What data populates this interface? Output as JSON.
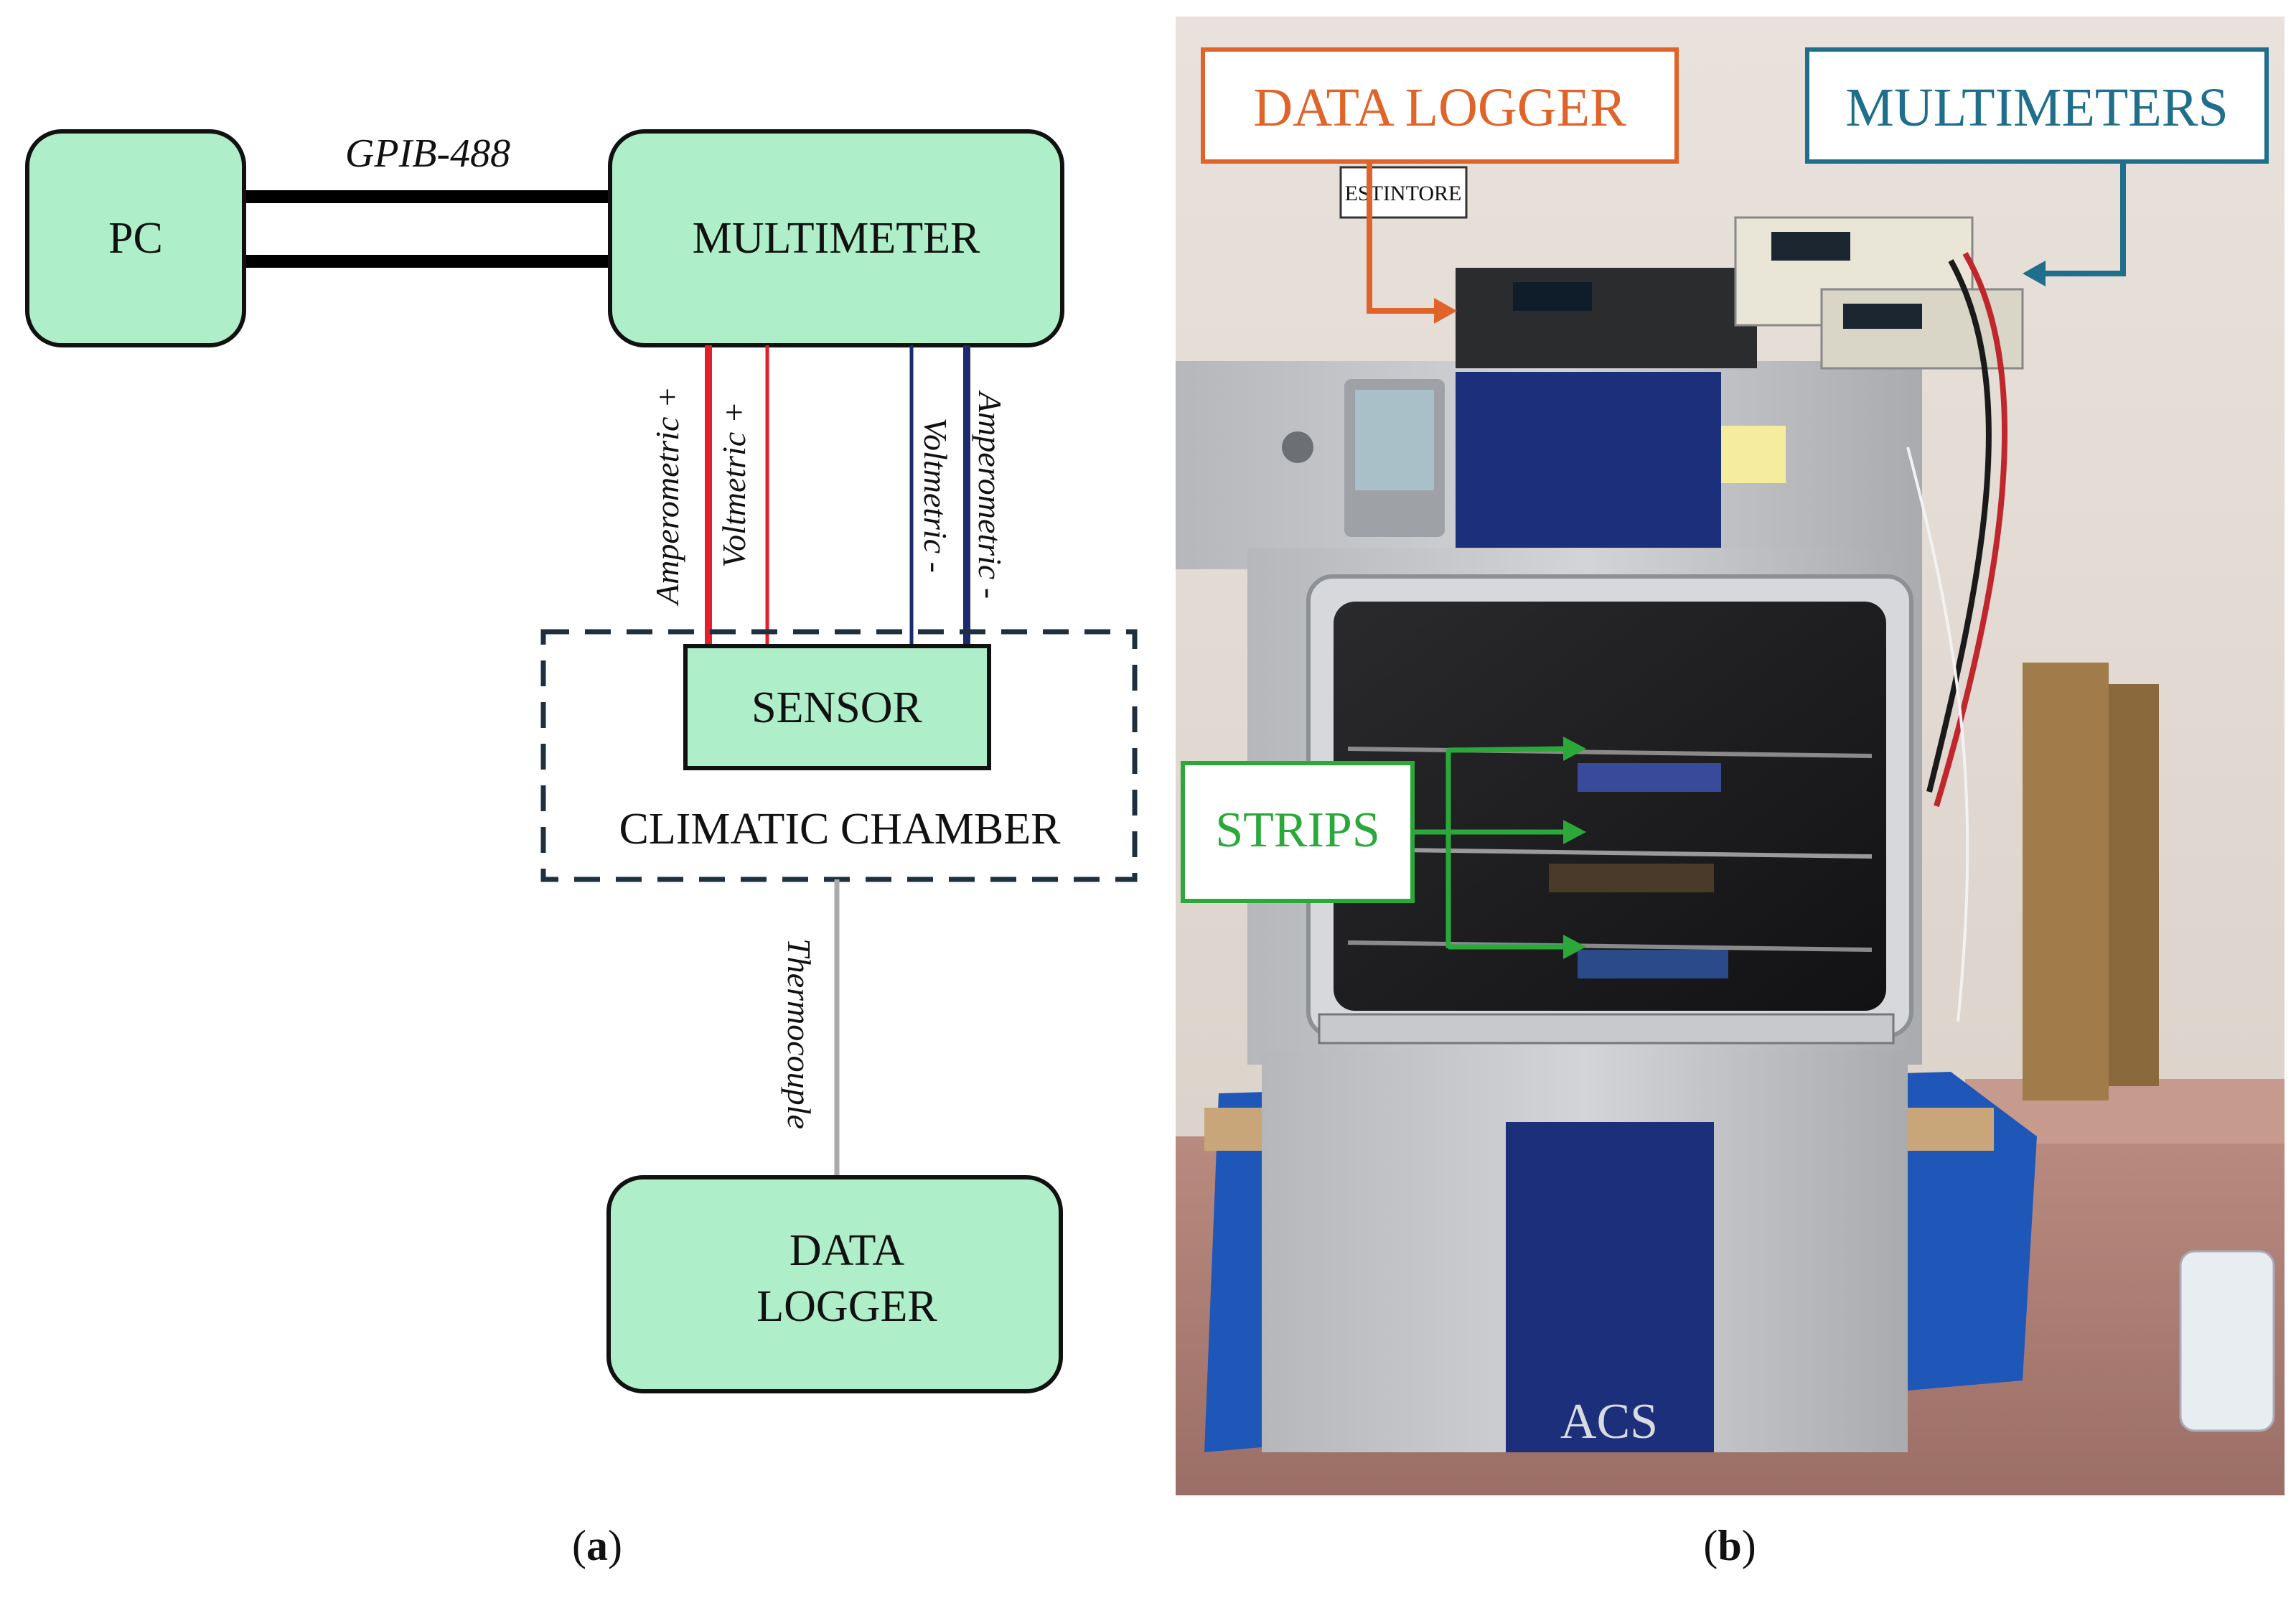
{
  "diagram": {
    "blocks": {
      "pc": "PC",
      "multimeter": "MULTIMETER",
      "sensor": "SENSOR",
      "chamber": "CLIMATIC CHAMBER",
      "logger_line1": "DATA",
      "logger_line2": "LOGGER"
    },
    "links": {
      "gpib": "GPIB-488",
      "amp_plus": "Amperometric +",
      "volt_plus": "Voltmetric +",
      "volt_minus": "Voltmetric -",
      "amp_minus": "Amperometric -",
      "thermocouple": "Thermocouple"
    },
    "colors": {
      "block_fill": "#aeeec8",
      "positive_wire": "#e0202a",
      "negative_wire": "#1b2a6e",
      "thermo_wire": "#aaaaaa",
      "chamber_border": "#1e3040"
    }
  },
  "photo": {
    "callouts": {
      "data_logger": "DATA LOGGER",
      "multimeters": "MULTIMETERS",
      "strips": "STRIPS",
      "estintore": "ESTINTORE",
      "brand": "ACS"
    },
    "colors": {
      "data_logger": "#e0642a",
      "multimeters": "#1f6e8c",
      "strips": "#2aa83a"
    }
  },
  "captions": {
    "a_open": "(",
    "a_letter": "a",
    "a_close": ")",
    "b_open": "(",
    "b_letter": "b",
    "b_close": ")"
  }
}
